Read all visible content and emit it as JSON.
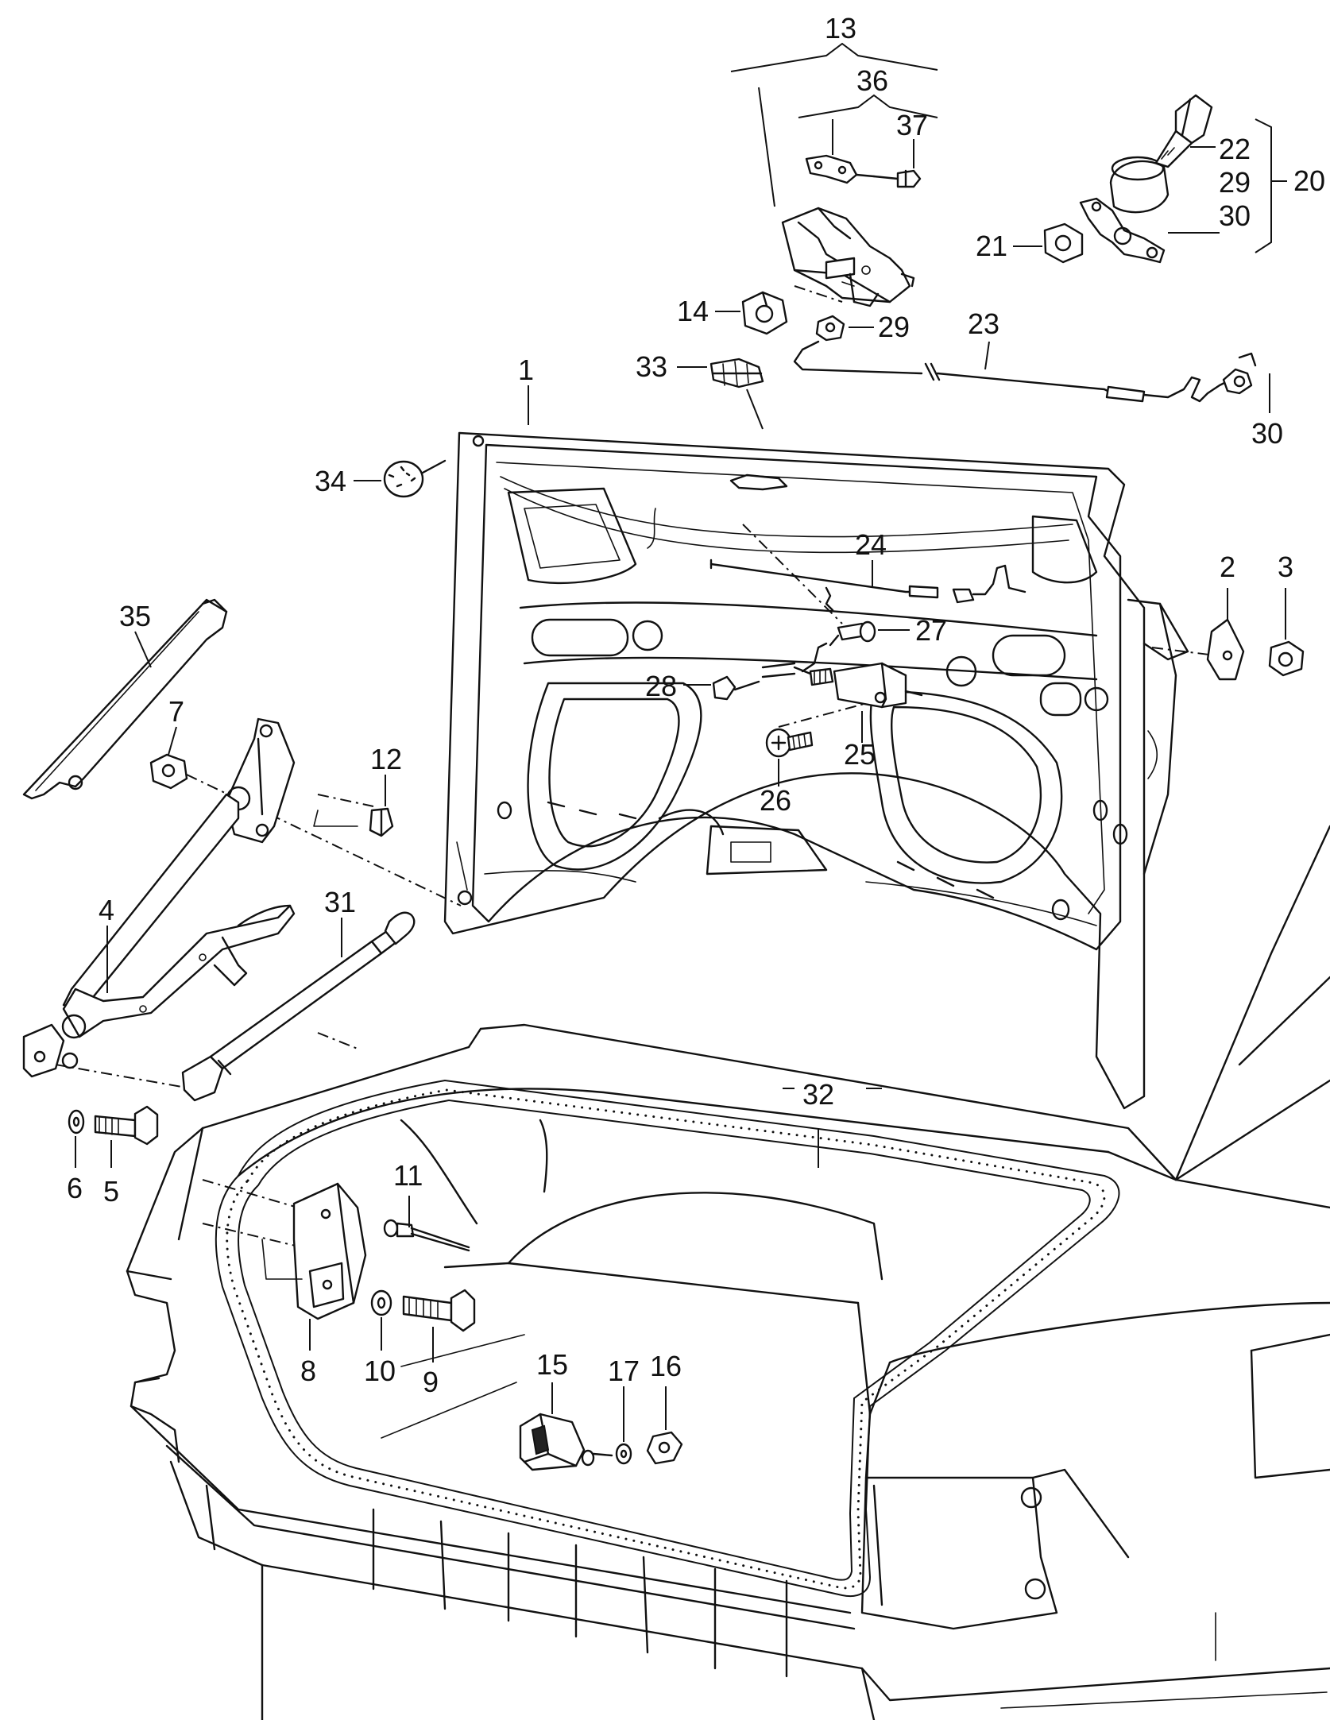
{
  "callouts": [
    {
      "id": "c1",
      "label": "1"
    },
    {
      "id": "c2",
      "label": "2"
    },
    {
      "id": "c3",
      "label": "3"
    },
    {
      "id": "c4",
      "label": "4"
    },
    {
      "id": "c5",
      "label": "5"
    },
    {
      "id": "c6",
      "label": "6"
    },
    {
      "id": "c7",
      "label": "7"
    },
    {
      "id": "c8",
      "label": "8"
    },
    {
      "id": "c9",
      "label": "9"
    },
    {
      "id": "c10",
      "label": "10"
    },
    {
      "id": "c11",
      "label": "11"
    },
    {
      "id": "c12",
      "label": "12"
    },
    {
      "id": "c13",
      "label": "13"
    },
    {
      "id": "c14",
      "label": "14"
    },
    {
      "id": "c15",
      "label": "15"
    },
    {
      "id": "c16",
      "label": "16"
    },
    {
      "id": "c17",
      "label": "17"
    },
    {
      "id": "c20",
      "label": "20"
    },
    {
      "id": "c21",
      "label": "21"
    },
    {
      "id": "c22",
      "label": "22"
    },
    {
      "id": "c23",
      "label": "23"
    },
    {
      "id": "c24",
      "label": "24"
    },
    {
      "id": "c25",
      "label": "25"
    },
    {
      "id": "c26",
      "label": "26"
    },
    {
      "id": "c27",
      "label": "27"
    },
    {
      "id": "c28",
      "label": "28"
    },
    {
      "id": "c29a",
      "label": "29"
    },
    {
      "id": "c29b",
      "label": "29"
    },
    {
      "id": "c30a",
      "label": "30"
    },
    {
      "id": "c30b",
      "label": "30"
    },
    {
      "id": "c31",
      "label": "31"
    },
    {
      "id": "c32",
      "label": "32"
    },
    {
      "id": "c33",
      "label": "33"
    },
    {
      "id": "c34",
      "label": "34"
    },
    {
      "id": "c35",
      "label": "35"
    },
    {
      "id": "c36",
      "label": "36"
    },
    {
      "id": "c37",
      "label": "37"
    }
  ]
}
